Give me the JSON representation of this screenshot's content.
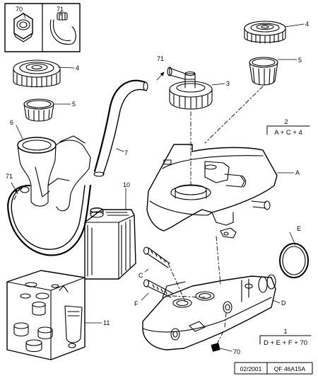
{
  "labels": {
    "inset_nut": "70",
    "inset_clamp": "71",
    "cap_top_right": "4",
    "seal_top_right": "5",
    "cap_left": "4",
    "seal_left": "5",
    "strainer_left": "6",
    "clip_left": "71",
    "elbow_clip": "71",
    "cap_connector": "3",
    "hose": "7",
    "fluid_can": "10",
    "reservoir": "A",
    "screw_c": "C",
    "screw_f": "F",
    "kit": "11",
    "master_cylinder": "D",
    "oring": "E",
    "plug": "70"
  },
  "formulas": {
    "upper": {
      "index": "2",
      "expression": "A + C + 4"
    },
    "lower": {
      "index": "1",
      "expression": "D + E + F + 70"
    }
  },
  "reference": {
    "date": "02/2001",
    "code": "QF 46A15A"
  }
}
